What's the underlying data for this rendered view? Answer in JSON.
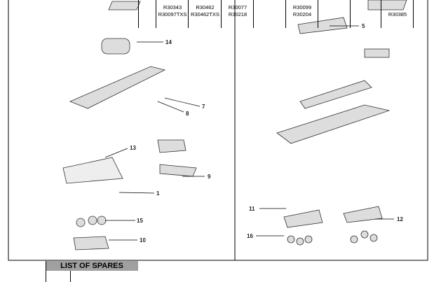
{
  "left_panel": {
    "callouts": [
      "14",
      "7",
      "8",
      "13",
      "9",
      "1",
      "15",
      "10"
    ]
  },
  "right_panel": {
    "callouts": [
      "5",
      "11",
      "12",
      "16"
    ]
  },
  "spares_table": {
    "title": "LIST OF SPARES",
    "columns": [
      {
        "codes": [
          "R30343",
          "R30097TXS"
        ]
      },
      {
        "codes": [
          "R30462",
          "R30462TXS"
        ]
      },
      {
        "codes": [
          "R30077",
          "R30218"
        ]
      },
      {
        "codes": []
      },
      {
        "codes": [
          "R30099",
          "R30204"
        ]
      },
      {
        "codes": []
      },
      {
        "codes": []
      },
      {
        "codes": [
          "",
          "R30385"
        ]
      }
    ]
  }
}
